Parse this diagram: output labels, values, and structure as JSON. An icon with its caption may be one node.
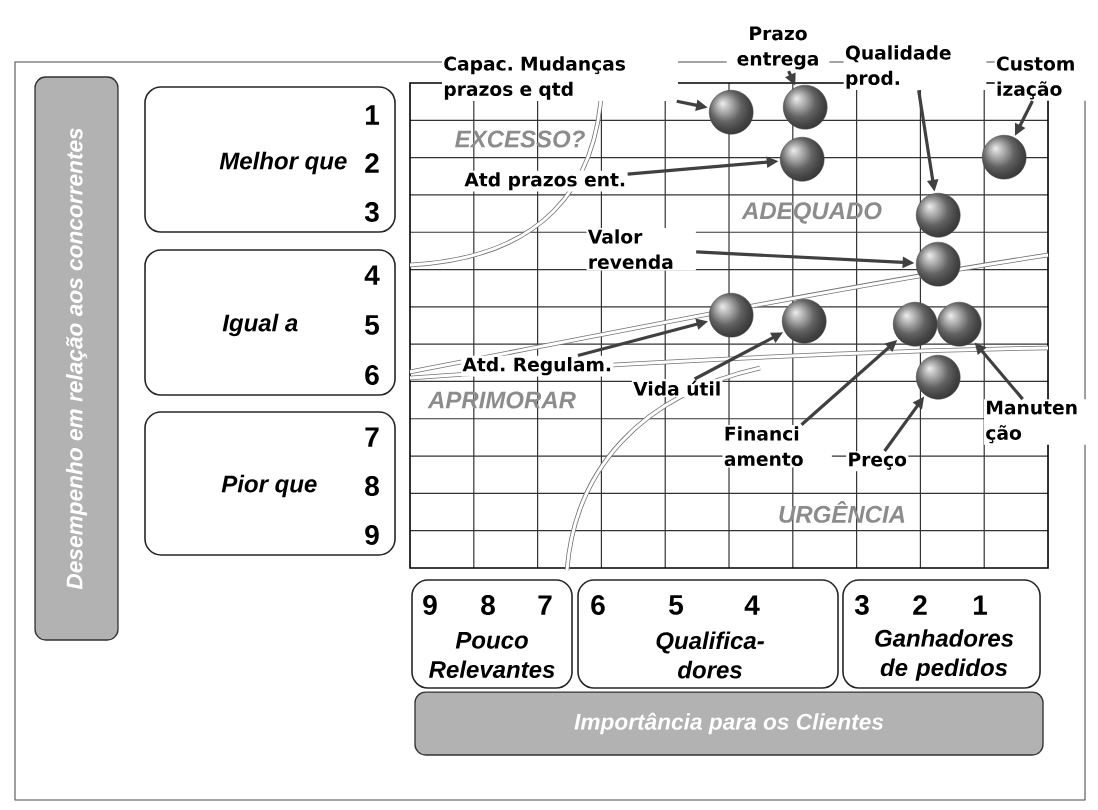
{
  "diagram": {
    "nodes": [
      {
        "text": [
          "Desempenho em relação aos concorrentes"
        ]
      },
      {
        "text": [
          "Melhor que",
          "1",
          "2",
          "3"
        ]
      },
      {
        "text": [
          "Igual a",
          "4",
          "5",
          "6"
        ]
      },
      {
        "text": [
          "Pior que",
          "7",
          "8",
          "9"
        ]
      },
      {
        "text": [],
        "shape": "box"
      },
      {
        "text": [],
        "shape": "circle",
        "in": 4
      },
      {
        "text": [],
        "shape": "circle",
        "in": 4
      },
      {
        "text": [],
        "shape": "circle",
        "in": 4
      },
      {
        "text": [],
        "shape": "circle",
        "in": 4
      },
      {
        "text": [],
        "shape": "circle",
        "in": 4
      },
      {
        "text": [],
        "shape": "circle",
        "in": 4
      },
      {
        "text": [],
        "shape": "circle",
        "in": 4
      },
      {
        "text": [],
        "shape": "circle",
        "in": 4
      },
      {
        "text": [],
        "shape": "circle",
        "in": 4
      },
      {
        "text": [],
        "shape": "circle",
        "in": 4
      },
      {
        "text": [],
        "shape": "circle",
        "in": 4
      },
      {
        "text": [
          "Prazo entrega"
        ]
      },
      {
        "text": [
          "Capac. Mudanças prazos e qtd"
        ]
      },
      {
        "text": [
          "Qualidade prod."
        ]
      },
      {
        "text": [
          "Custom ização"
        ]
      },
      {
        "text": [
          "Atd prazos ent."
        ],
        "in": 4
      },
      {
        "text": [
          "Valor revenda"
        ],
        "in": 4
      },
      {
        "text": [
          "Atd. Regulam."
        ],
        "in": 4
      },
      {
        "text": [
          "Vida útil"
        ],
        "in": 4
      },
      {
        "text": [
          "Financi amento"
        ],
        "in": 4
      },
      {
        "text": [
          "Preço"
        ],
        "in": 4
      },
      {
        "text": [
          "Manuten ção"
        ]
      },
      {
        "text": [
          "9",
          "8",
          "7",
          "Pouco Relevantes"
        ]
      },
      {
        "text": [
          "6",
          "5",
          "4",
          "Qualifica- dores"
        ]
      },
      {
        "text": [
          "3",
          "2",
          "1",
          "Ganhadores de pedidos"
        ]
      },
      {
        "text": [
          "Importância para os Clientes"
        ]
      }
    ],
    "edges": [
      {
        "from": 16,
        "to": 6,
        "arrow": "to"
      },
      {
        "from": 17,
        "to": 5,
        "arrow": "to"
      },
      {
        "from": 18,
        "to": 9,
        "arrow": "to"
      },
      {
        "from": 19,
        "to": 8,
        "arrow": "to"
      },
      {
        "from": 20,
        "to": 7,
        "arrow": "to"
      },
      {
        "from": 21,
        "to": 10,
        "arrow": "to"
      },
      {
        "from": 22,
        "to": 11,
        "arrow": "to"
      },
      {
        "from": 23,
        "to": 12,
        "arrow": "to"
      },
      {
        "from": 24,
        "to": 13,
        "arrow": "to"
      },
      {
        "from": 25,
        "to": 15,
        "arrow": "to"
      },
      {
        "from": 26,
        "to": 14,
        "arrow": "to"
      }
    ],
    "labels": [
      "EXCESSO?",
      "ADEQUADO",
      "APRIMORAR",
      "URGÊNCIA"
    ]
  }
}
